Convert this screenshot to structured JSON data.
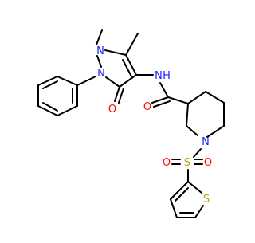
{
  "molecule": {
    "atom_labels": {
      "N_methyl_pyrazole": "N",
      "N_phenyl_pyrazole": "N",
      "O_pyrazolone": "O",
      "N_amide": "N",
      "H_amide": "H",
      "O_amide": "O",
      "N_piperidine": "N",
      "S_sulfonyl": "S",
      "O_sulfonyl_left": "O",
      "O_sulfonyl_right": "O",
      "S_thiophene": "S"
    }
  },
  "colors": {
    "bond": "#000000",
    "nitrogen": "#2020ff",
    "oxygen": "#ff0d0d",
    "sulfur": "#b5a300",
    "background": "#ffffff"
  }
}
